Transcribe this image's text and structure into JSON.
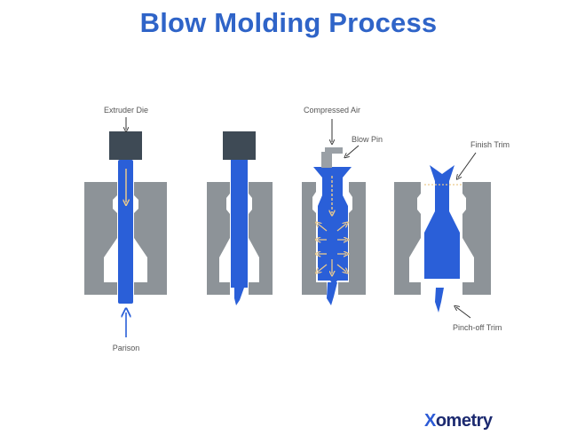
{
  "title": "Blow Molding Process",
  "labels": {
    "extruder_die": "Extruder Die",
    "parison": "Parison",
    "compressed_air": "Compressed Air",
    "blow_pin": "Blow Pin",
    "finish_trim": "Finish Trim",
    "pinch_off_trim": "Pinch-off Trim"
  },
  "logo": {
    "mark": "X",
    "text": "ometry"
  },
  "colors": {
    "title": "#2f64c8",
    "plastic": "#2a5fd8",
    "mold": "#8d9398",
    "die": "#3e4a55",
    "arrows": "#e9c98e"
  }
}
